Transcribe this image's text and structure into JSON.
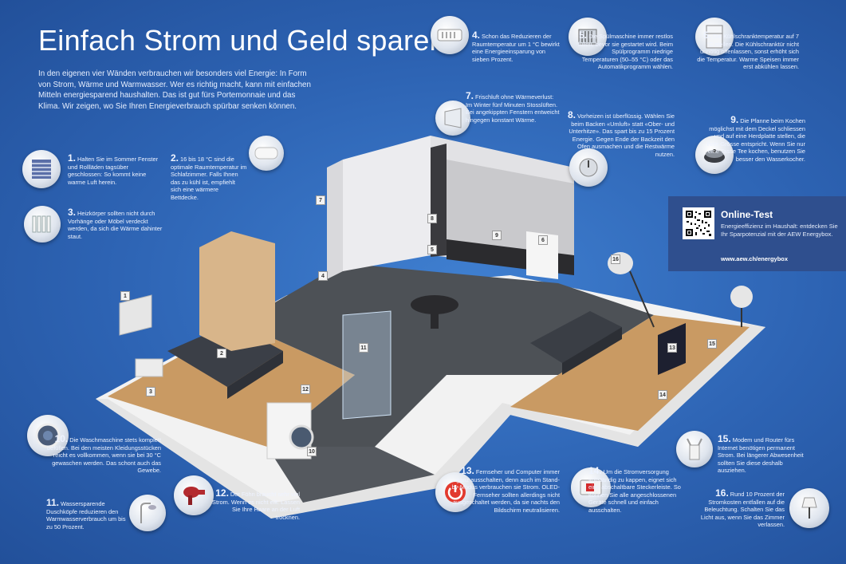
{
  "title": "Einfach Strom und Geld sparen",
  "intro": "In den eigenen vier Wänden verbrauchen wir besonders viel Energie: In Form von Strom, Wärme und Warmwasser. Wer es richtig macht, kann mit einfachen Mitteln energiesparend haushalten. Das ist gut fürs Portemonnaie und das Klima. Wir zeigen, wo Sie Ihren Energieverbrauch spürbar senken können.",
  "tips": {
    "t1": {
      "num": "1.",
      "text": "Halten Sie im Sommer Fenster und Rollläden tagsüber geschlossen: So kommt keine warme Luft herein."
    },
    "t2": {
      "num": "2.",
      "text": "16 bis 18 °C sind die optimale Raumtemperatur im Schlafzimmer. Falls Ihnen das zu kühl ist, empfiehlt sich eine wärmere Bettdecke."
    },
    "t3": {
      "num": "3.",
      "text": "Heizkörper sollten nicht durch Vorhänge oder Möbel verdeckt werden, da sich die Wärme dahinter staut."
    },
    "t4": {
      "num": "4.",
      "text": "Schon das Reduzieren der Raumtemperatur um 1 °C bewirkt eine Energieeinsparung von sieben Prozent."
    },
    "t5": {
      "num": "5.",
      "text": "Die Spülmaschine immer restlos füllen, bevor sie gestartet wird. Beim Spülprogramm niedrige Temperaturen (50–55 °C) oder das Automatikprogramm wählen."
    },
    "t6": {
      "num": "6.",
      "text": "Die Kühlschranktemperatur auf 7 °C stellen. Die Kühlschranktür nicht unnötig offenlassen, sonst erhöht sich die Temperatur. Warme Speisen immer erst abkühlen lassen."
    },
    "t7": {
      "num": "7.",
      "text": "Frischluft ohne Wärmeverlust: Im Winter fünf Minuten Stosslüften. Bei angekippten Fenstern entweicht hingegen konstant Wärme."
    },
    "t8": {
      "num": "8.",
      "text": "Vorheizen ist überflüssig. Wählen Sie beim Backen «Umluft» statt «Ober- und Unterhitze». Das spart bis zu 15 Prozent Energie. Gegen Ende der Backzeit den Ofen ausmachen und die Restwärme nutzen."
    },
    "t9": {
      "num": "9.",
      "text": "Die Pfanne beim Kochen möglichst mit dem Deckel schliessen und auf eine Herdplatte stellen, die ihrer Grösse entspricht. Wenn Sie nur eine Tasse Tee kochen, benutzen Sie besser den Wasserkocher."
    },
    "t10": {
      "num": "10.",
      "text": "Die Waschmaschine stets komplett befüllen. Bei den meisten Kleidungsstücken reicht es vollkommen, wenn sie bei 30 °C gewaschen werden. Das schont auch das Gewebe."
    },
    "t11": {
      "num": "11.",
      "text": "Wassersparende Duschköpfe reduzieren den Warmwasserverbrauch um bis zu 50 Prozent."
    },
    "t12": {
      "num": "12.",
      "text": "Der Föhn braucht sehr viel Strom. Wenn es nicht eilt: Lassen Sie Ihre Haare an der Luft trocknen."
    },
    "t13": {
      "num": "13.",
      "text": "Fernseher und Computer immer ganz ausschalten, denn auch im Stand-by-Modus verbrauchen sie Strom. OLED-Fernseher sollten allerdings nicht ausgeschaltet werden, da sie nachts den Bildschirm neutralisieren."
    },
    "t14": {
      "num": "14.",
      "text": "Um die Stromversorgung vollständig zu kappen, eignet sich eine abschaltbare Steckerleiste. So können Sie alle angeschlossenen Geräte schnell und einfach ausschalten."
    },
    "t15": {
      "num": "15.",
      "text": "Modem und Router fürs Internet benötigen permanent Strom. Bei längerer Abwesenheit sollten Sie diese deshalb ausziehen."
    },
    "t16": {
      "num": "16.",
      "text": "Rund 10 Prozent der Stromkosten entfallen auf die Beleuchtung. Schalten Sie das Licht aus, wenn Sie das Zimmer verlassen."
    }
  },
  "online": {
    "title": "Online-Test",
    "text": "Energieeffizienz im Haushalt: entdecken Sie Ihr Sparpotenzial mit der AEW Energybox.",
    "url": "www.aew.ch/energybox"
  },
  "markers": [
    "1",
    "2",
    "3",
    "4",
    "5",
    "6",
    "7",
    "8",
    "9",
    "10",
    "11",
    "12",
    "13",
    "14",
    "15",
    "16"
  ],
  "colors": {
    "background": "#2d63b3",
    "floor_wood": "#c99a63",
    "floor_tile": "#4d5156",
    "wall": "#e9e9eb",
    "panel": "#2f4f8e"
  }
}
